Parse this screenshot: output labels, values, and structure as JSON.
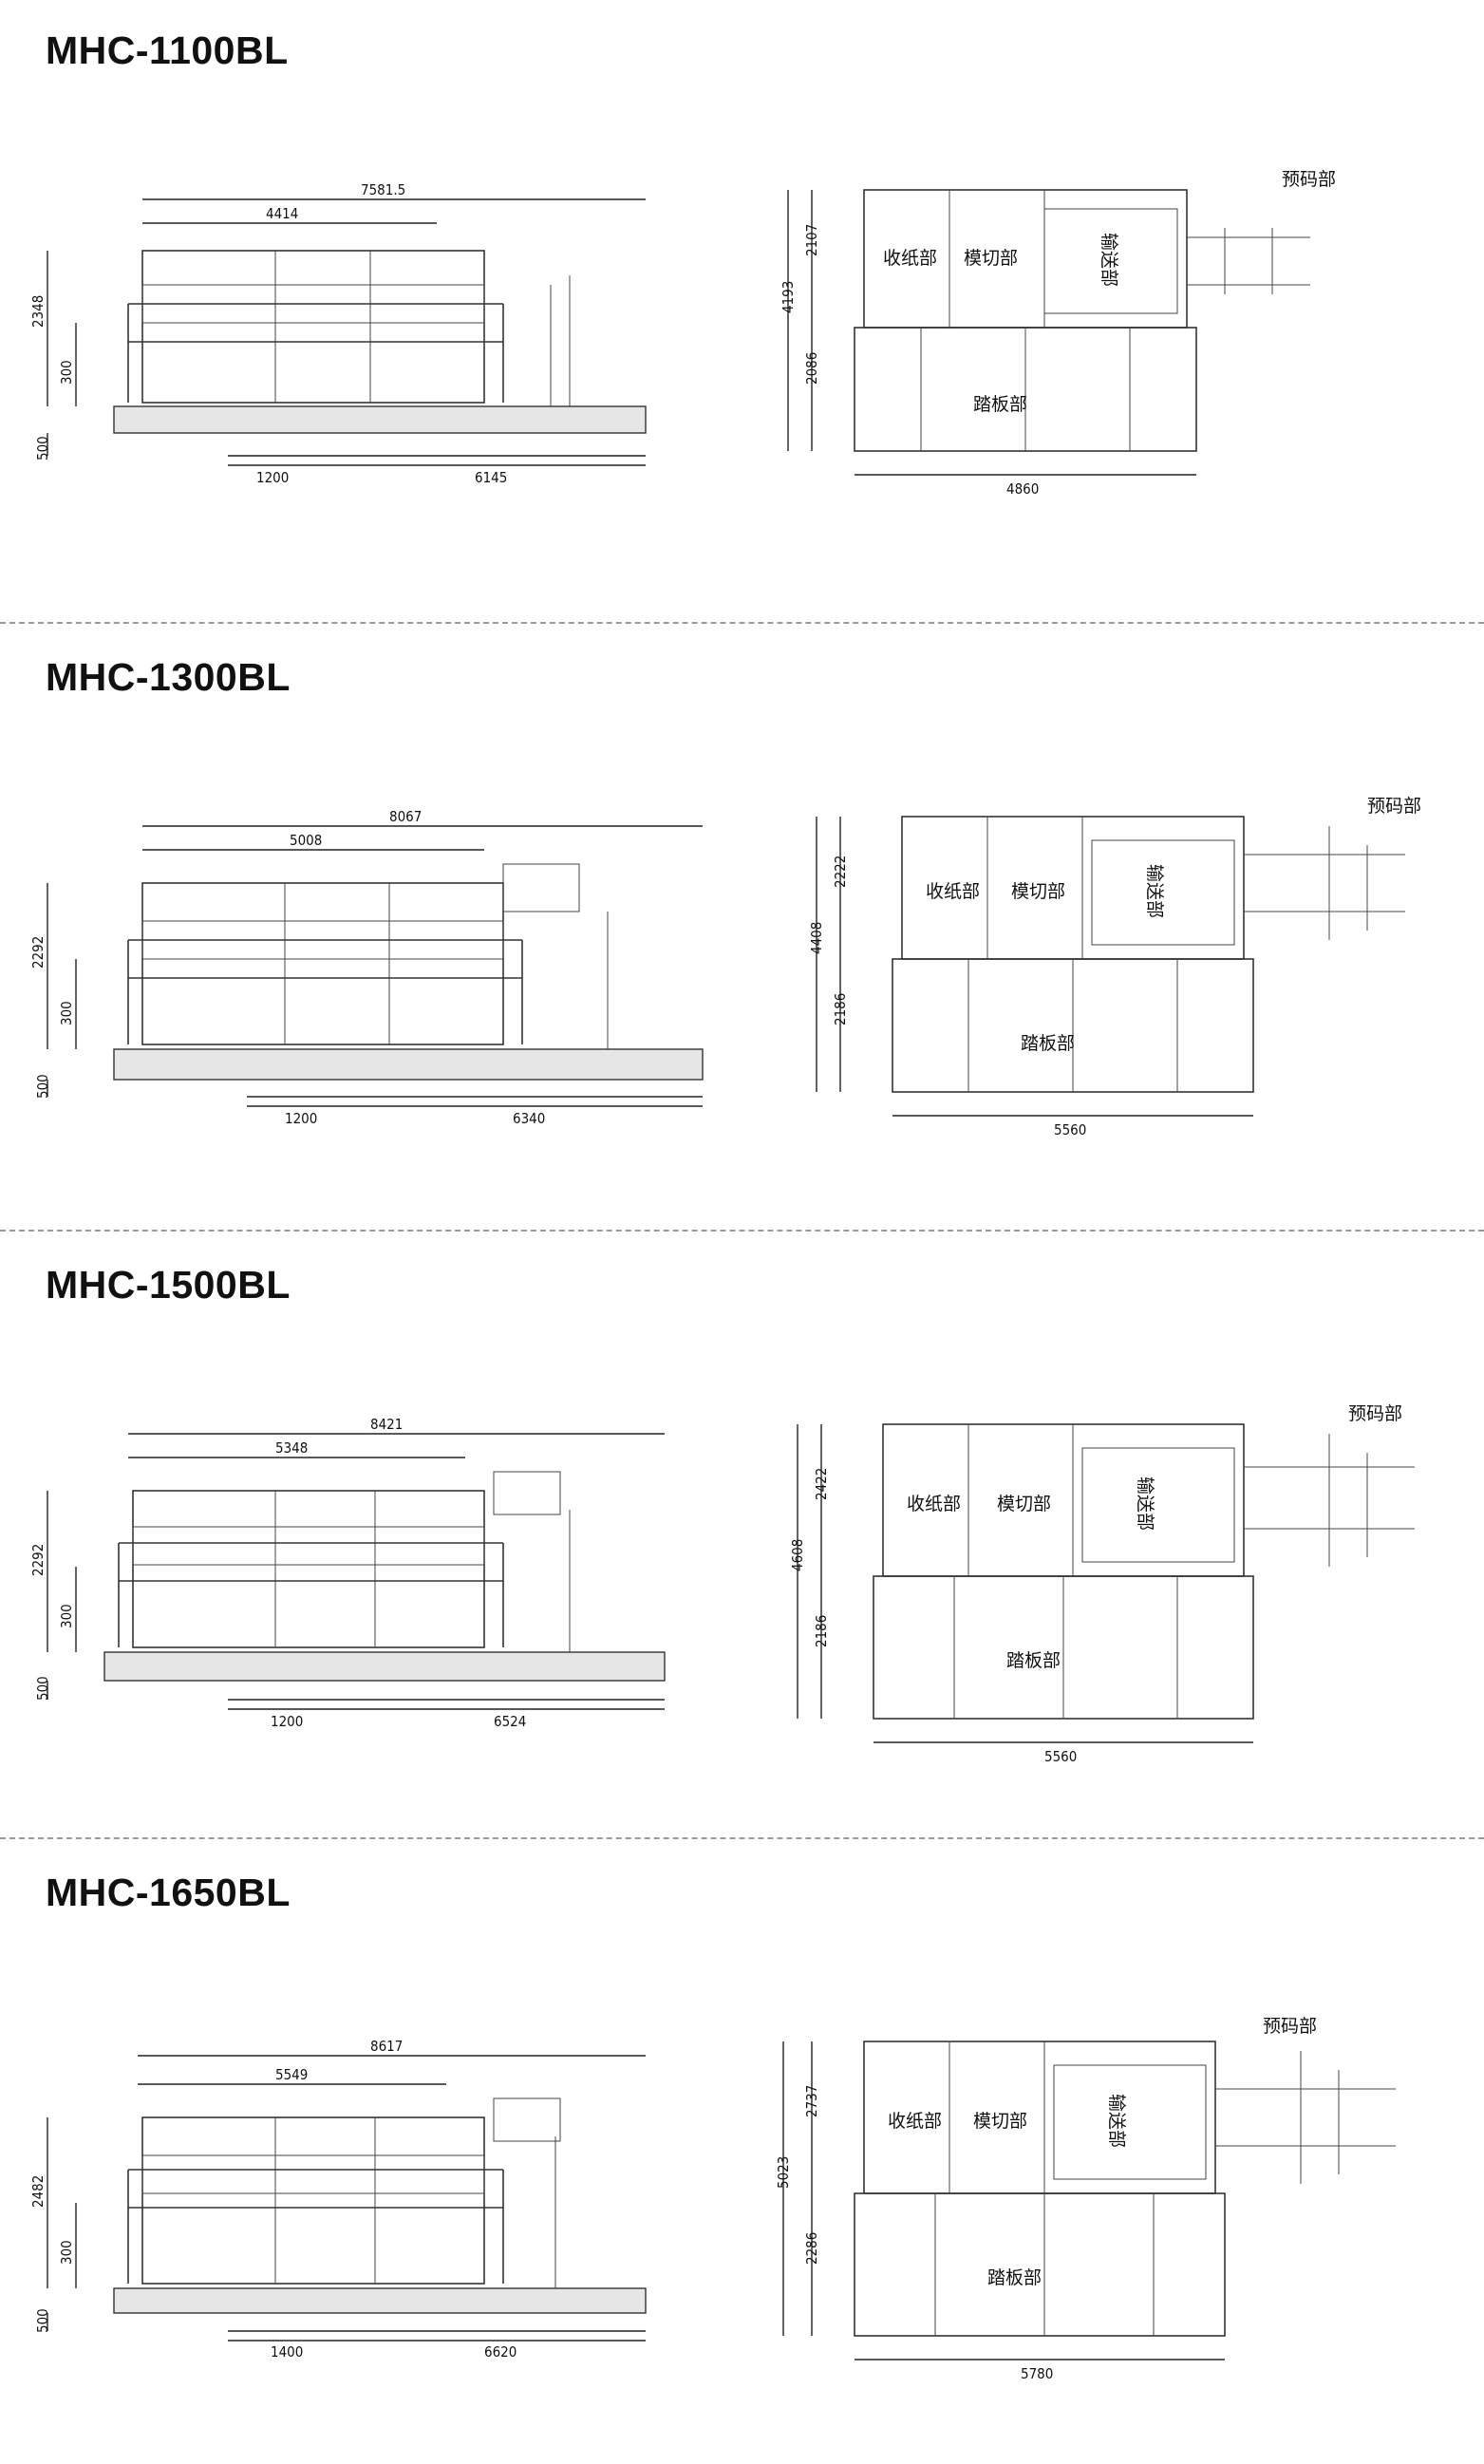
{
  "models": [
    {
      "name": "MHC-1100BL",
      "side": {
        "total": "7581.5",
        "inner": "4414",
        "height": "2348",
        "rail": "300",
        "base": "500",
        "front": "1200",
        "rear": "6145"
      },
      "top": {
        "upper": "2107",
        "total": "4193",
        "lower": "2086",
        "width": "4860",
        "label_delivery": "收纸部",
        "label_diecut": "模切部",
        "label_transfer": "输送部",
        "label_platform": "踏板部",
        "label_preload": "预码部"
      }
    },
    {
      "name": "MHC-1300BL",
      "side": {
        "total": "8067",
        "inner": "5008",
        "height": "2292",
        "rail": "300",
        "base": "500",
        "front": "1200",
        "rear": "6340"
      },
      "top": {
        "upper": "2222",
        "total": "4408",
        "lower": "2186",
        "width": "5560",
        "label_delivery": "收纸部",
        "label_diecut": "模切部",
        "label_transfer": "输送部",
        "label_platform": "踏板部",
        "label_preload": "预码部"
      }
    },
    {
      "name": "MHC-1500BL",
      "side": {
        "total": "8421",
        "inner": "5348",
        "height": "2292",
        "rail": "300",
        "base": "500",
        "front": "1200",
        "rear": "6524"
      },
      "top": {
        "upper": "2422",
        "total": "4608",
        "lower": "2186",
        "width": "5560",
        "label_delivery": "收纸部",
        "label_diecut": "模切部",
        "label_transfer": "输送部",
        "label_platform": "踏板部",
        "label_preload": "预码部"
      }
    },
    {
      "name": "MHC-1650BL",
      "side": {
        "total": "8617",
        "inner": "5549",
        "height": "2482",
        "rail": "300",
        "base": "500",
        "front": "1400",
        "rear": "6620"
      },
      "top": {
        "upper": "2737",
        "total": "5023",
        "lower": "2286",
        "width": "5780",
        "label_delivery": "收纸部",
        "label_diecut": "模切部",
        "label_transfer": "输送部",
        "label_platform": "踏板部",
        "label_preload": "预码部"
      }
    }
  ]
}
